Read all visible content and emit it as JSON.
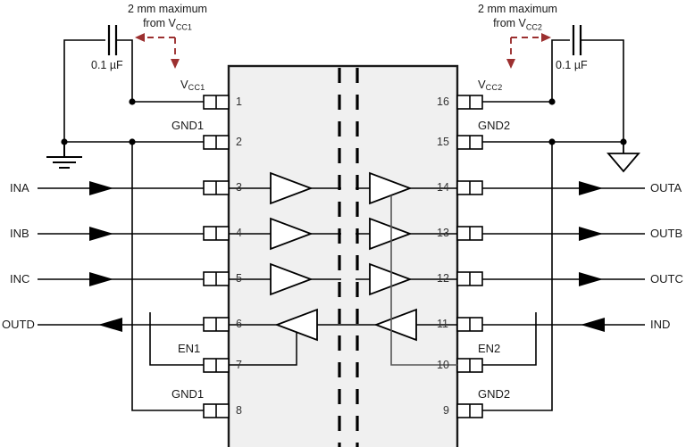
{
  "diagram": {
    "title": "Digital isolator typical application schematic",
    "device": {
      "pin_count": 16,
      "body_fill": "#f0f0f0",
      "barrier_label": "isolation-barrier",
      "left_pins": [
        {
          "number": "1",
          "name": "VCC1",
          "name_html": "V<sub>CC1</sub>",
          "type": "power"
        },
        {
          "number": "2",
          "name": "GND1",
          "name_html": "GND1",
          "type": "ground"
        },
        {
          "number": "3",
          "name": "",
          "name_html": "",
          "type": "input",
          "signal": "INA"
        },
        {
          "number": "4",
          "name": "",
          "name_html": "",
          "type": "input",
          "signal": "INB"
        },
        {
          "number": "5",
          "name": "",
          "name_html": "",
          "type": "input",
          "signal": "INC"
        },
        {
          "number": "6",
          "name": "",
          "name_html": "",
          "type": "output",
          "signal": "OUTD"
        },
        {
          "number": "7",
          "name": "EN1",
          "name_html": "EN1",
          "type": "enable"
        },
        {
          "number": "8",
          "name": "GND1",
          "name_html": "GND1",
          "type": "ground"
        }
      ],
      "right_pins": [
        {
          "number": "16",
          "name": "VCC2",
          "name_html": "V<sub>CC2</sub>",
          "type": "power"
        },
        {
          "number": "15",
          "name": "GND2",
          "name_html": "GND2",
          "type": "ground"
        },
        {
          "number": "14",
          "name": "",
          "name_html": "",
          "type": "output",
          "signal": "OUTA"
        },
        {
          "number": "13",
          "name": "",
          "name_html": "",
          "type": "output",
          "signal": "OUTB"
        },
        {
          "number": "12",
          "name": "",
          "name_html": "",
          "type": "output",
          "signal": "OUTC"
        },
        {
          "number": "11",
          "name": "",
          "name_html": "",
          "type": "input",
          "signal": "IND"
        },
        {
          "number": "10",
          "name": "EN2",
          "name_html": "EN2",
          "type": "enable"
        },
        {
          "number": "9",
          "name": "GND2",
          "name_html": "GND2",
          "type": "ground"
        }
      ]
    },
    "signals": {
      "left": [
        {
          "label": "INA",
          "direction": "in"
        },
        {
          "label": "INB",
          "direction": "in"
        },
        {
          "label": "INC",
          "direction": "in"
        },
        {
          "label": "OUTD",
          "direction": "out"
        }
      ],
      "right": [
        {
          "label": "OUTA",
          "direction": "out"
        },
        {
          "label": "OUTB",
          "direction": "out"
        },
        {
          "label": "OUTC",
          "direction": "out"
        },
        {
          "label": "IND",
          "direction": "in"
        }
      ]
    },
    "capacitors": [
      {
        "id": "left",
        "value": "0.1 µF"
      },
      {
        "id": "right",
        "value": "0.1 µF"
      }
    ],
    "annotations": [
      {
        "id": "left",
        "line1": "2 mm maximum",
        "line2_prefix": "from V",
        "line2_sub": "CC1",
        "color": "#9c3030",
        "style": "dashed"
      },
      {
        "id": "right",
        "line1": "2 mm maximum",
        "line2_prefix": "from V",
        "line2_sub": "CC2",
        "color": "#9c3030",
        "style": "dashed"
      }
    ],
    "grounds": [
      {
        "id": "left",
        "symbol": "earth-ground"
      },
      {
        "id": "right",
        "symbol": "chassis-triangle-ground"
      }
    ],
    "colors": {
      "wire": "#000000",
      "body_fill": "#f0f0f0",
      "body_stroke": "#1a1a1a",
      "annotation": "#9c3030",
      "text": "#1a1a1a",
      "pin_number": "#333333"
    }
  }
}
